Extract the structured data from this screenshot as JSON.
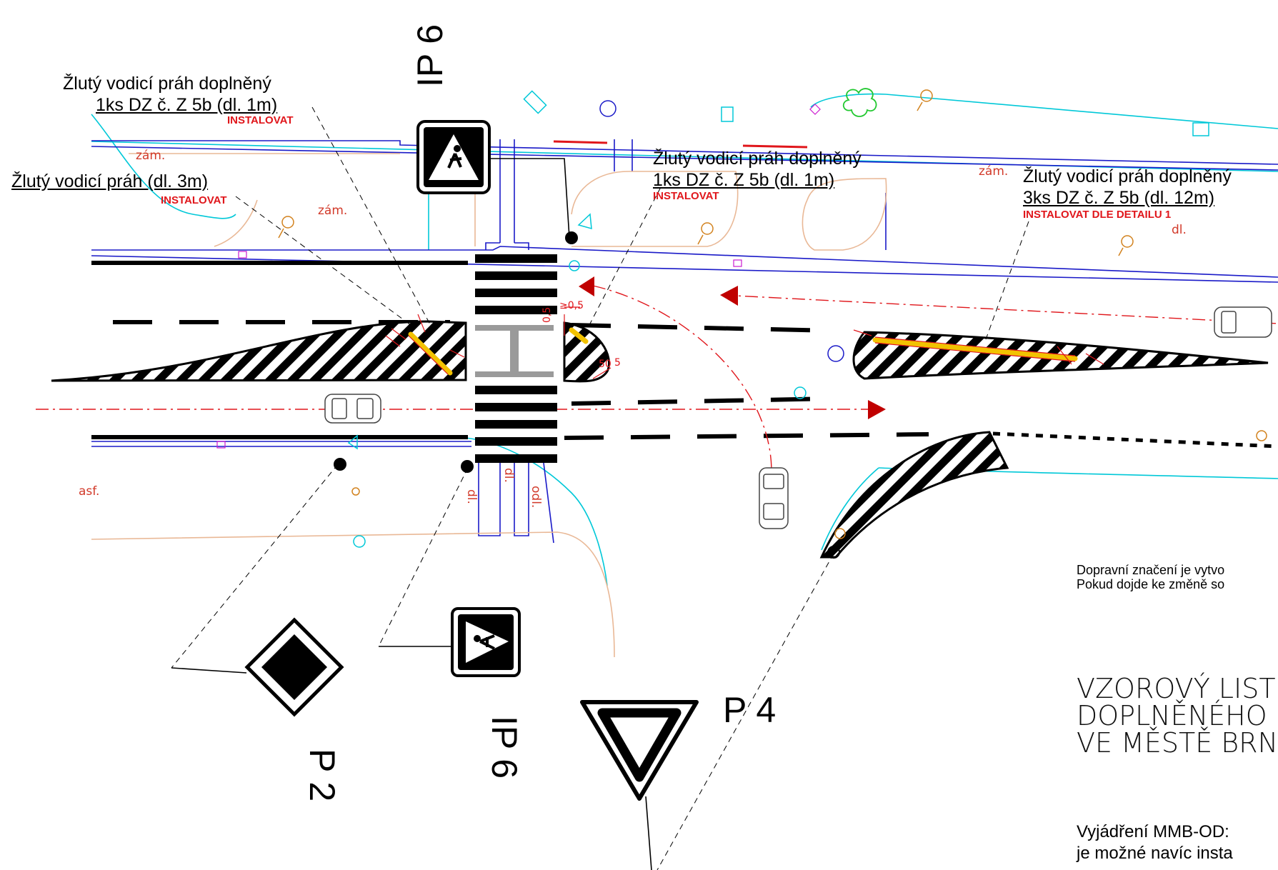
{
  "annotations": {
    "a1": {
      "line1": "Žlutý vodicí práh doplněný",
      "line2": "1ks DZ č. Z 5b (dl. 1m)",
      "action": "INSTALOVAT"
    },
    "a2": {
      "line1": "Žlutý vodicí práh (dl. 3m)",
      "action": "INSTALOVAT"
    },
    "a3": {
      "line1": "Žlutý vodicí práh doplněný",
      "line2": "1ks DZ č. Z 5b (dl. 1m)",
      "action": "INSTALOVAT"
    },
    "a4": {
      "line1": "Žlutý vodicí práh doplněný",
      "line2": "3ks DZ č. Z 5b (dl. 12m)",
      "action": "INSTALOVAT DLE DETAILU 1"
    }
  },
  "surface_labels": {
    "zam1": "zám.",
    "zam2": "zám.",
    "zam3": "zám.",
    "dl1": "dl.",
    "dl2": "dl.",
    "dl3": "dl.",
    "odl": "odl.",
    "asf": "asf."
  },
  "dimensions": {
    "d05": "≥0,5",
    "d05b": "0,5",
    "d50": "50",
    "d5": "5"
  },
  "signs": {
    "ip6_top": "IP 6",
    "ip6_bottom": "IP 6",
    "p2": "P 2",
    "p4": "P 4"
  },
  "notes": {
    "line1": "Dopravní značení je vytvo",
    "line2": "Pokud dojde ke změně so"
  },
  "title": {
    "line1": "VZOROVÝ LIST",
    "line2": "DOPLNĚNÉHO",
    "line3": "VE MĚSTĚ BRN"
  },
  "remark": {
    "line1": "Vyjádření MMB-OD:",
    "line2": "je možné navíc insta"
  },
  "colors": {
    "curb": "#1a1ac8",
    "edge": "#00c8d8",
    "utility": "#d2821e",
    "marking": "#e0161b",
    "threshold": "#f2c200"
  }
}
